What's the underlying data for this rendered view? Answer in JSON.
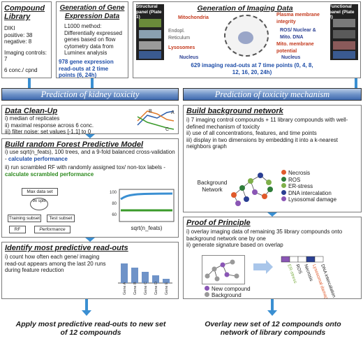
{
  "library": {
    "title": "Compound Library",
    "diki": "DIKI",
    "positive": "positive: 38",
    "negative": "negative: 8",
    "controls": "Imaging controls: 7",
    "conc": "6 conc./ cpnd"
  },
  "gene": {
    "title": "Generation of Gene Expression Data",
    "method": "L1000 method:",
    "desc": "Differentially expressed genes based on flow cytometry data from Luminex analysis",
    "readouts": "978 gene expression read-outs at 2 time points (6, 24h)"
  },
  "imaging": {
    "title": "Generation of Imaging Data",
    "structural": "Structural panel (Plate 1)",
    "functional": "Functional panel (Plate 2)",
    "mito": "Mitochondria",
    "er": "Endopl. Reticulum",
    "lyso": "Lysosomes",
    "nucleus_left": "Nucleus",
    "pm": "Plasma membrane integrity",
    "ros": "ROS/ Nuclear & Mito. DNA",
    "mmp": "Mito. membrane potential",
    "nucleus_right": "Nucleus",
    "readouts": "629 imaging read-outs at 7 time points (0, 4, 8, 12, 16, 20, 24h)"
  },
  "left_header": "Prediction of kidney toxicity",
  "right_header": "Prediction of toxicity mechanism",
  "cleanup": {
    "title": "Data Clean-Up",
    "i": "i) median of replicates",
    "ii": "ii) maximal response across 6 conc.",
    "iii": "iii) filter noise: set values [-1,1] to 0",
    "lbl_a": "A",
    "lbl_b": "B",
    "lbl_c": "C"
  },
  "rf": {
    "title": "Build random Forest Predictive Model",
    "i_a": "i) use sqrt(n_feats), 100 trees, and a 9-fold balanced cross-validation - ",
    "i_b": "calculate performance",
    "ii_a": "ii) run scrambled RF with randomly assigned tox/ non-tox labels - ",
    "ii_b": "calculate scrambled performance",
    "max": "Max data set",
    "split": "9x split",
    "training": "Training subset",
    "test": "Test subset",
    "rf": "RF",
    "perf": "Performance",
    "xlabel": "sqrt(n_feats)",
    "ytick_100": "100",
    "ytick_80": "80",
    "ytick_60": "60"
  },
  "predictive": {
    "title": "Identify most predictive read-outs",
    "i": "i) count how often each gene/ imaging read-out appears among the last 20 runs during feature reduction",
    "genes": [
      "Gene A",
      "Gene B",
      "Gene C",
      "Gene D",
      "Gene E"
    ]
  },
  "background": {
    "title": "Build background network",
    "i": "i) 7 imaging control compounds + 11 library compounds with well-defined mechanism of toxicity",
    "ii": "ii) use of all concentrations, features, and time points",
    "iii": "iii) display in two dimensions by embedding it into a k-nearest neighbors graph",
    "net_label": "Background Network",
    "legend": [
      "Necrosis",
      "ROS",
      "ER-stress",
      "DNA intercalation",
      "Lysosomal damage"
    ],
    "legend_colors": [
      "#e05a2b",
      "#2f7d3a",
      "#7fb04a",
      "#2a3f93",
      "#8a56b5"
    ]
  },
  "proof": {
    "title": "Proof of Principle",
    "i": "i) overlay imaging data of remaining 35 library compounds onto background network one by one",
    "ii": "ii) generate signature based on overlap",
    "new": "New compound",
    "bg": "Background",
    "sig": [
      "ER-stress",
      "ROS",
      "Necrosis",
      "Lysosomal damage",
      "DNA intercalation"
    ]
  },
  "bottom_left": "Apply most predictive read-outs to new set of 12 compounds",
  "bottom_right": "Overlay new set of 12 compounds onto network of library compounds"
}
